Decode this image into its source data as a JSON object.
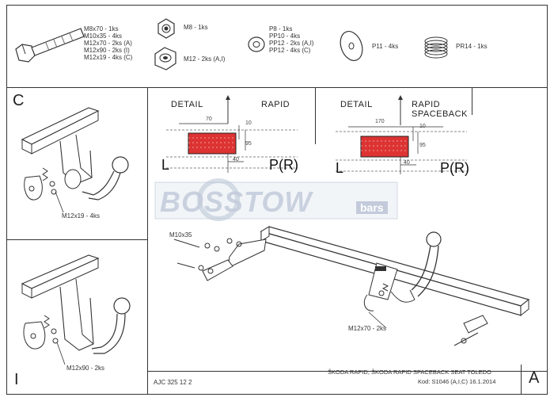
{
  "parts": {
    "bolt_lines": [
      "M8x70 - 1ks",
      "M10x35 - 4ks",
      "M12x70 - 2ks (A)",
      "M12x90 - 2ks (I)",
      "M12x19 - 4ks (C)"
    ],
    "nut_lines": [
      "M8 - 1ks",
      "M12 - 2ks (A,I)"
    ],
    "washer_lines": [
      "P8 - 1ks",
      "PP10 - 4ks",
      "PP12 - 2ks (A,I)",
      "PP12 - 4ks (C)"
    ],
    "large_washer": "P11 - 4ks",
    "spring_washer": "PR14 - 1ks"
  },
  "panels": {
    "c_letter": "C",
    "c_bolt": "M12x19 - 4ks",
    "i_letter": "I",
    "i_bolt": "M12x90 - 2ks",
    "a_letter": "A"
  },
  "details": {
    "left": {
      "detail": "DETAIL",
      "model": "RAPID",
      "dim_top": "70",
      "dim_v1": "10",
      "dim_v2": "95",
      "dim_bottom": "40",
      "L": "L",
      "PR": "P(R)"
    },
    "right": {
      "detail": "DETAIL",
      "model": "RAPID",
      "model2": "SPACEBACK",
      "dim_top": "170",
      "dim_v1": "10",
      "dim_v2": "95",
      "dim_bottom": "40",
      "L": "L",
      "PR": "P(R)"
    }
  },
  "main_labels": {
    "top_bolt": "M10x35",
    "bottom_bolt": "M12x70 - 2ks"
  },
  "footer": {
    "code": "AJC 325 12 2",
    "vehicle": "ŠKODA RAPID, ŠKODA RAPID SPACEBACK SEAT TOLEDO",
    "kod": "Kod: S1046 (A,I,C)  16.1.2014"
  },
  "watermark": {
    "text": "BOSSTOW",
    "suffix": "bars"
  }
}
